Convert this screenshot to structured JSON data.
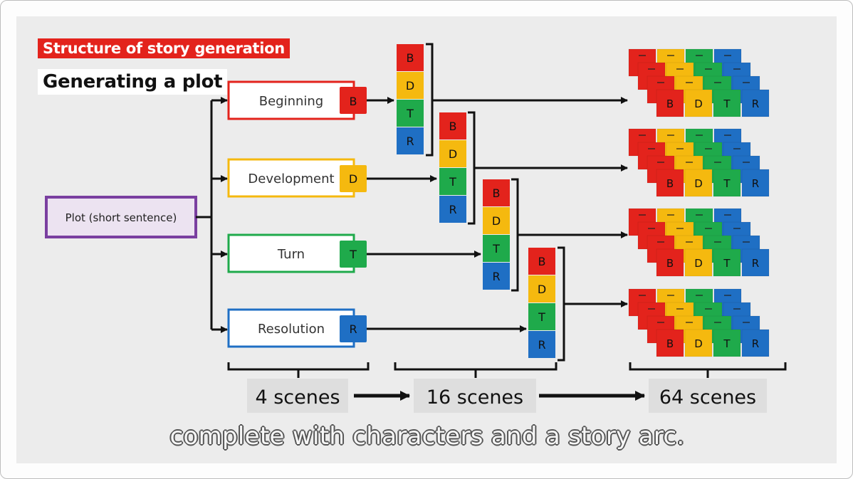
{
  "title": "Structure of story generation",
  "subtitle": "Generating a plot",
  "plot_label": "Plot (short sentence)",
  "stages": [
    {
      "label": "Beginning",
      "tag": "B",
      "color": "#e3231c"
    },
    {
      "label": "Development",
      "tag": "D",
      "color": "#f5b90f"
    },
    {
      "label": "Turn",
      "tag": "T",
      "color": "#1faa4b"
    },
    {
      "label": "Resolution",
      "tag": "R",
      "color": "#1f6fc4"
    }
  ],
  "plot_color": "#7a3fa0",
  "counts": {
    "first": "4 scenes",
    "second": "16 scenes",
    "third": "64 scenes"
  },
  "caption": "complete with characters and a story arc."
}
